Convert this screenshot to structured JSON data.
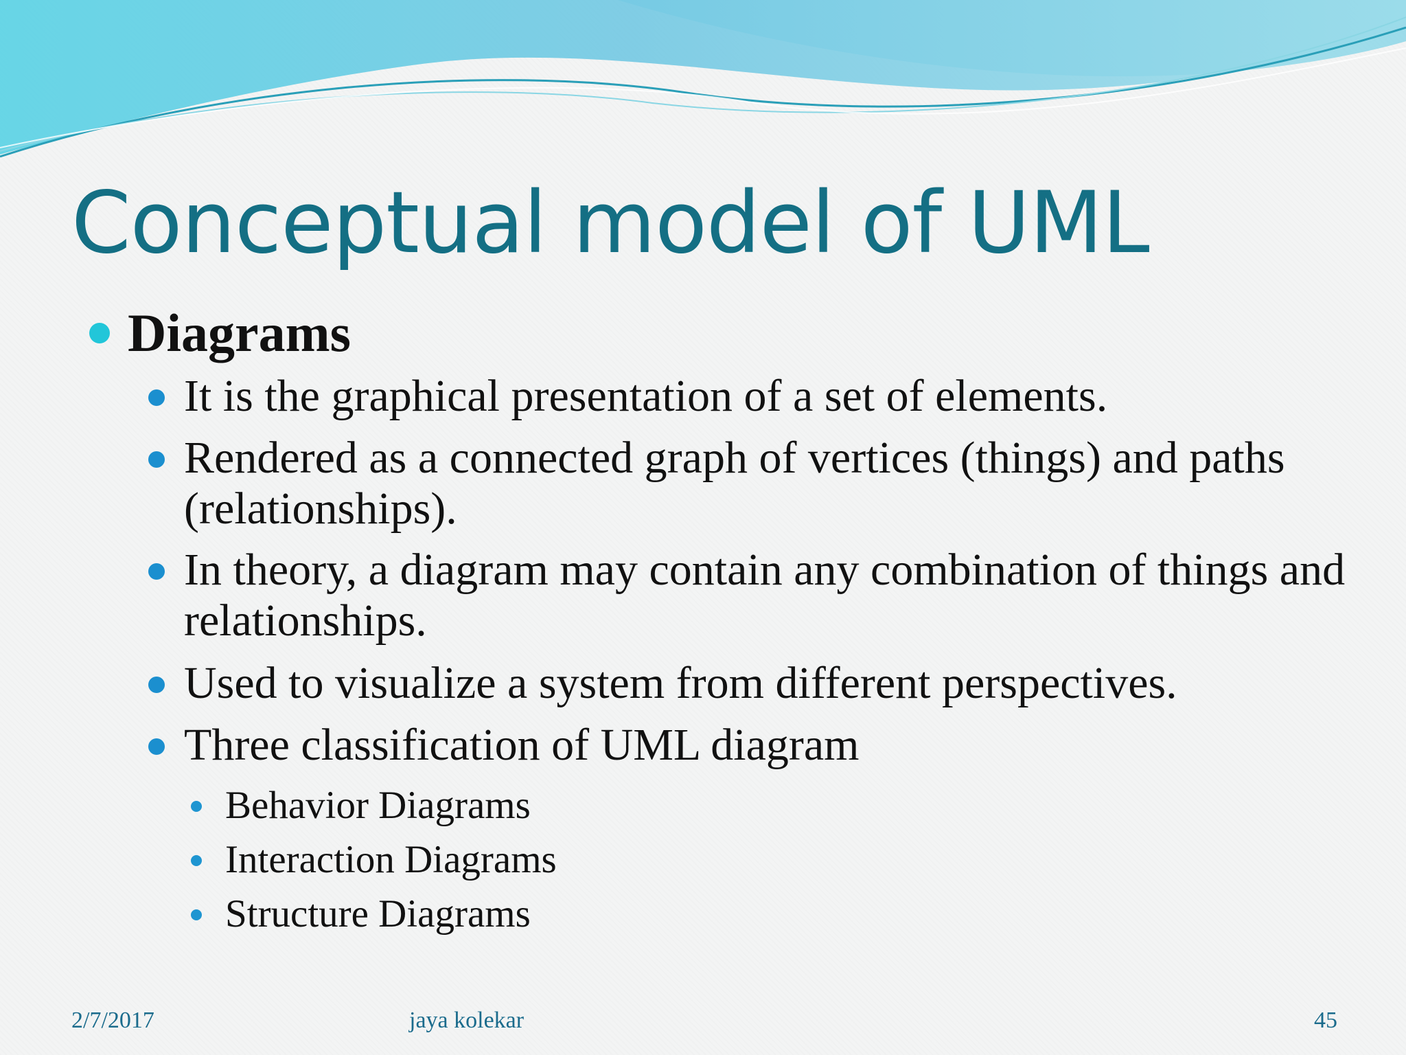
{
  "slide": {
    "title": "Conceptual model of UML",
    "heading": "Diagrams",
    "bullets": [
      "It is the graphical presentation of a set of elements.",
      "Rendered as a connected graph of vertices (things) and paths (relationships).",
      "In theory, a diagram may contain any combination of things and relationships.",
      "Used to visualize a system from different perspectives.",
      "Three classification of UML diagram"
    ],
    "sub_bullets": [
      "Behavior Diagrams",
      "Interaction Diagrams",
      "Structure Diagrams"
    ]
  },
  "footer": {
    "date": "2/7/2017",
    "author": "jaya kolekar",
    "page_number": "45"
  },
  "colors": {
    "title": "#146f84",
    "heading_bullet": "#22c6d9",
    "bullet": "#1b8fcf",
    "footer": "#1a6b8c"
  }
}
